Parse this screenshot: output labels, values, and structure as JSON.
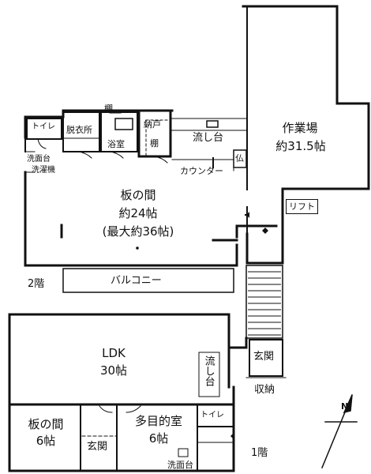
{
  "floor2": {
    "label": "2階",
    "rooms": {
      "toilet": "トイレ",
      "dressing": "脱衣所",
      "shelf_top": "棚",
      "bath": "浴室",
      "storage": "納戸",
      "storage_shelf": "棚",
      "sink": "流し台",
      "buddhist_altar": "仏",
      "counter": "カウンター",
      "washbasin": "洗面台",
      "washer": "洗濯機",
      "main_name": "板の間",
      "main_size": "約24帖",
      "main_size_max": "(最大約36帖)",
      "balcony": "バルコニー",
      "workshop_name": "作業場",
      "workshop_size": "約31.5帖",
      "lift": "リフト"
    }
  },
  "floor1": {
    "label": "1階",
    "rooms": {
      "ldk_name": "LDK",
      "ldk_size": "30帖",
      "sink": "流し台",
      "entrance_outer": "玄関",
      "closet": "収納",
      "wood_room_name": "板の間",
      "wood_room_size": "6帖",
      "entrance_inner": "玄関",
      "multi_room_name": "多目的室",
      "multi_room_size": "6帖",
      "toilet": "トイレ",
      "washbasin": "洗面台"
    }
  },
  "compass_symbol": "N"
}
